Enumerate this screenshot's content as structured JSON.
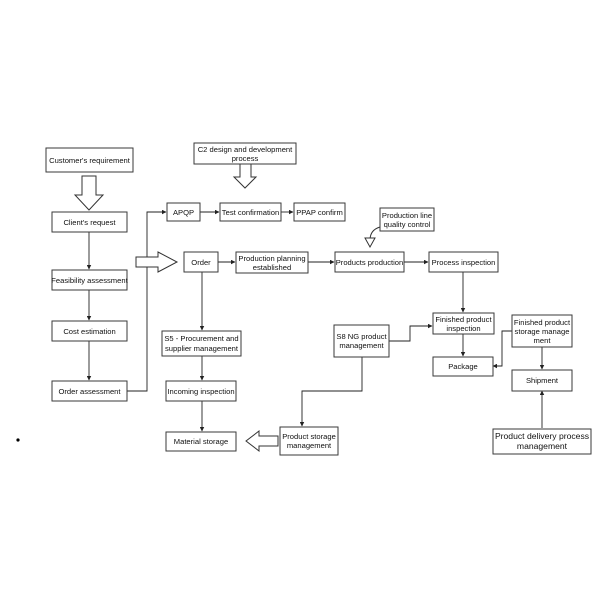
{
  "nodes": {
    "customers_requirement": "Customer's requirement",
    "clients_request": "Client's request",
    "feasibility_assessment": "Feasibility assessment",
    "cost_estimation": "Cost estimation",
    "order_assessment": "Order assessment",
    "c2_design_line1": "C2 design and development",
    "c2_design_line2": "process",
    "apqp": "APQP",
    "test_confirmation": "Test confirmation",
    "ppap_confirm": "PPAP confirm",
    "production_line_qc_line1": "Production line",
    "production_line_qc_line2": "quality control",
    "order": "Order",
    "production_planning_line1": "Production planning",
    "production_planning_line2": "established",
    "products_production": "Products production",
    "process_inspection": "Process inspection",
    "finished_product_inspection_line1": "Finished product",
    "finished_product_inspection_line2": "inspection",
    "package": "Package",
    "s8_ng_line1": "S8 NG product",
    "s8_ng_line2": "management",
    "s5_procurement_line1": "S5 - Procurement and",
    "s5_procurement_line2": "supplier management",
    "incoming_inspection": "Incoming inspection",
    "material_storage": "Material storage",
    "product_storage_line1": "Product storage",
    "product_storage_line2": "management",
    "finished_storage_line1": "Finished product",
    "finished_storage_line2": "storage manage",
    "finished_storage_line3": "ment",
    "shipment": "Shipment",
    "delivery_line1": "Product delivery process",
    "delivery_line2": "management"
  }
}
